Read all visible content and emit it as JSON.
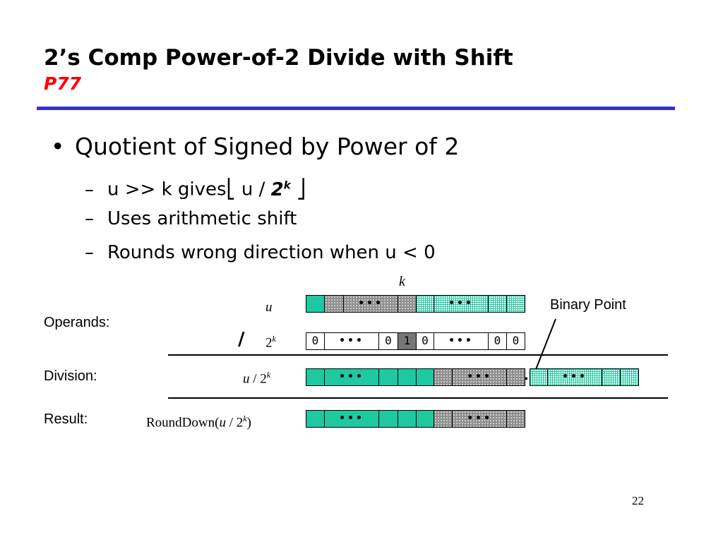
{
  "slide": {
    "title": "2’s Comp Power-of-2 Divide with Shift",
    "subtitle": "P77",
    "page_number": "22"
  },
  "bullets": {
    "main": "Quotient of Signed by Power of 2",
    "marker": "•",
    "dash": "–",
    "sub1": {
      "text": "u >> k gives",
      "floor_left": "⎣",
      "expr": "u /",
      "base": "2",
      "exp": "k",
      "floor_right": "⎦"
    },
    "sub2": "Uses arithmetic shift",
    "sub3": "Rounds wrong direction when u < 0"
  },
  "diagram": {
    "k_label": "k",
    "u_label": "u",
    "binary_point_label": "Binary Point",
    "operands_label": "Operands:",
    "divide_sign": "/",
    "two_k": {
      "base": "2",
      "exp": "k"
    },
    "division_label": "Division:",
    "division_expr": {
      "lhs": "u / 2",
      "exp": "k"
    },
    "result_label": "Result:",
    "result_expr": {
      "prefix": "RoundDown(",
      "u": "u",
      "mid": " / 2",
      "exp": "k",
      "suffix": ")"
    },
    "ellipsis": "•••",
    "two_k_bits": [
      "0",
      "•••",
      "0",
      "1",
      "0",
      "•••",
      "0",
      "0"
    ],
    "colors": {
      "teal": "#1ec8a0",
      "gray": "#8f8f8f",
      "title_rule": "#3333cc",
      "subtitle": "#ff0000"
    }
  }
}
